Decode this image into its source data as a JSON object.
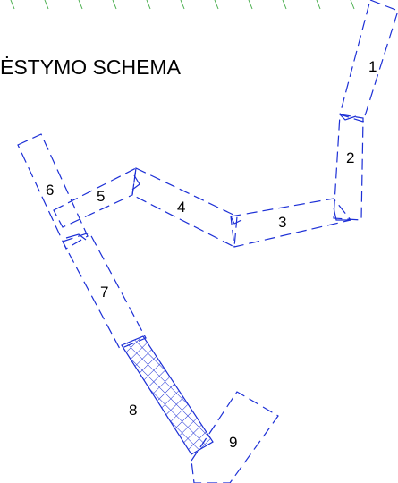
{
  "title": "ĖSTYMO SCHEMA",
  "colors": {
    "outline": "#1c2fd6",
    "hatch": "#1c2fd6",
    "top_ticks": "#4caf50",
    "label": "#000000",
    "background": "#ffffff"
  },
  "segments": [
    {
      "id": "1",
      "label": "1"
    },
    {
      "id": "2",
      "label": "2"
    },
    {
      "id": "3",
      "label": "3"
    },
    {
      "id": "4",
      "label": "4"
    },
    {
      "id": "5",
      "label": "5"
    },
    {
      "id": "6",
      "label": "6"
    },
    {
      "id": "7",
      "label": "7"
    },
    {
      "id": "8",
      "label": "8",
      "hatched": true
    },
    {
      "id": "9",
      "label": "9"
    }
  ]
}
